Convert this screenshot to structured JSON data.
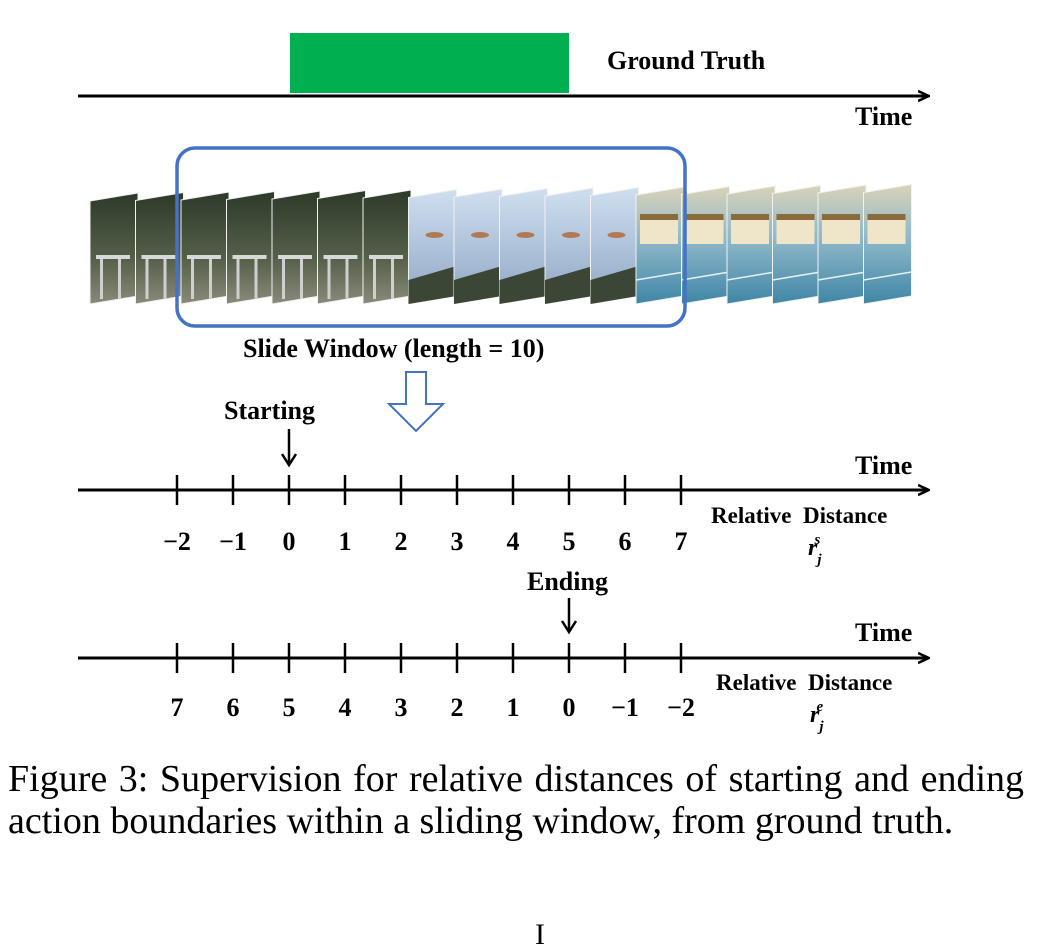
{
  "figure": {
    "ground_truth_label": "Ground Truth",
    "time_label_top": "Time",
    "window_label": "Slide Window (length = 10)",
    "starting_label": "Starting",
    "ending_label": "Ending",
    "axis_start": {
      "time_label": "Time",
      "distance_label": "Relative  Distance",
      "symbol_base": "r",
      "symbol_sub": "j",
      "symbol_sup": "s",
      "ticks": [
        "−2",
        "−1",
        "0",
        "1",
        "2",
        "3",
        "4",
        "5",
        "6",
        "7"
      ]
    },
    "axis_end": {
      "time_label": "Time",
      "distance_label": "Relative  Distance",
      "symbol_base": "r",
      "symbol_sub": "j",
      "symbol_sup": "e",
      "ticks": [
        "7",
        "6",
        "5",
        "4",
        "3",
        "2",
        "1",
        "0",
        "−1",
        "−2"
      ]
    },
    "colors": {
      "ground_truth": "#00b050",
      "window_border": "#4472c4",
      "arrow_outline": "#4472c4"
    }
  },
  "caption": {
    "text": "Figure 3: Supervision for relative distances of starting and ending action boundaries within a sliding window, from ground truth."
  },
  "page_footer": "I"
}
